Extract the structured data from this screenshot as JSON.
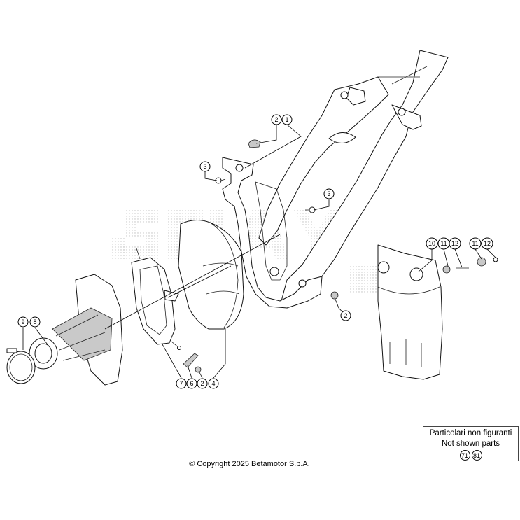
{
  "callouts": [
    {
      "id": "c-2-top",
      "label": "2"
    },
    {
      "id": "c-1",
      "label": "1"
    },
    {
      "id": "c-3-left",
      "label": "3"
    },
    {
      "id": "c-3-right",
      "label": "3"
    },
    {
      "id": "c-2-right",
      "label": "2"
    },
    {
      "id": "c-10",
      "label": "10"
    },
    {
      "id": "c-11-a",
      "label": "11"
    },
    {
      "id": "c-12-a",
      "label": "12"
    },
    {
      "id": "c-11-b",
      "label": "11"
    },
    {
      "id": "c-12-b",
      "label": "12"
    },
    {
      "id": "c-9",
      "label": "9"
    },
    {
      "id": "c-8",
      "label": "8"
    },
    {
      "id": "c-7",
      "label": "7"
    },
    {
      "id": "c-6",
      "label": "6"
    },
    {
      "id": "c-2-bottom",
      "label": "2"
    },
    {
      "id": "c-4",
      "label": "4"
    }
  ],
  "not_shown": {
    "title_it": "Particolari non figuranti",
    "title_en": "Not shown parts",
    "refs": [
      "71",
      "81"
    ]
  },
  "copyright": "© Copyright 2025 Betamotor S.p.A."
}
